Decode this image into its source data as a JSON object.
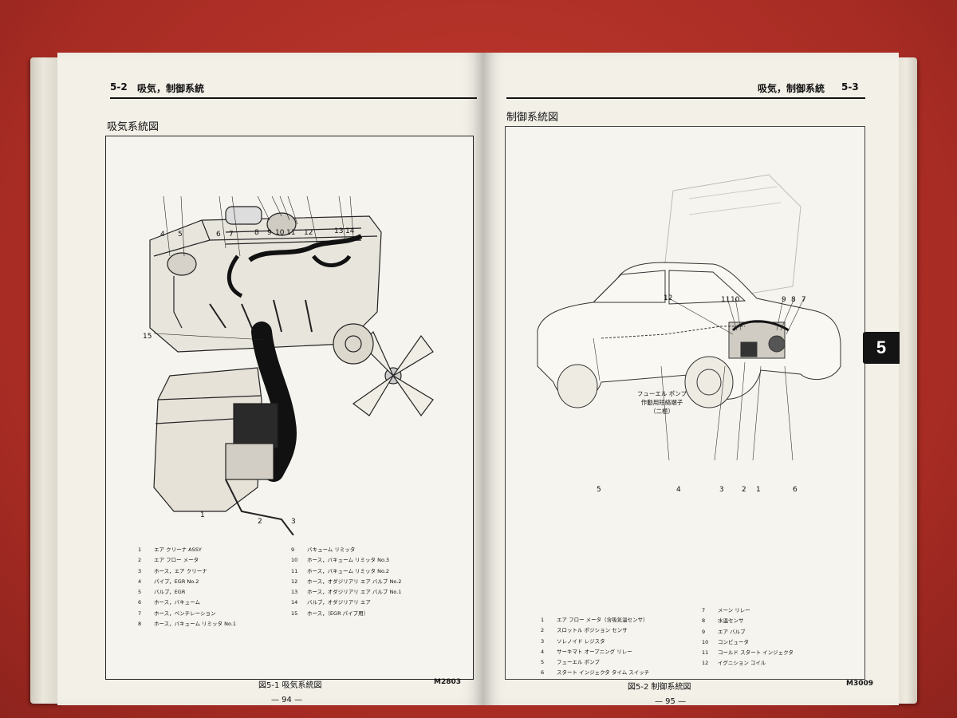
{
  "left_page": {
    "header_code": "5-2",
    "header_title": "吸気，制御系統",
    "section_title": "吸気系統図",
    "callouts": [
      "1",
      "2",
      "3",
      "4",
      "5",
      "6",
      "7",
      "8",
      "9",
      "10",
      "11",
      "12",
      "13",
      "14",
      "15"
    ],
    "legend_col1": [
      {
        "n": "1",
        "t": "エア クリーナ ASSY"
      },
      {
        "n": "2",
        "t": "エア フロー メータ"
      },
      {
        "n": "3",
        "t": "ホース，エア クリーナ"
      },
      {
        "n": "4",
        "t": "パイプ，EGR No.2"
      },
      {
        "n": "5",
        "t": "バルブ，EGR"
      },
      {
        "n": "6",
        "t": "ホース，バキューム"
      },
      {
        "n": "7",
        "t": "ホース，ベンチレーション"
      },
      {
        "n": "8",
        "t": "ホース，バキューム リミッタ No.1"
      }
    ],
    "legend_col2": [
      {
        "n": "9",
        "t": "バキューム リミッタ"
      },
      {
        "n": "10",
        "t": "ホース，バキューム リミッタ No.3"
      },
      {
        "n": "11",
        "t": "ホース，バキューム リミッタ No.2"
      },
      {
        "n": "12",
        "t": "ホース，オダジリアリ エア バルブ No.2"
      },
      {
        "n": "13",
        "t": "ホース，オダジリアリ エア バルブ No.1"
      },
      {
        "n": "14",
        "t": "バルブ，オダジリアリ エア"
      },
      {
        "n": "15",
        "t": "ホース，（EGR パイプ用）"
      }
    ],
    "figure_caption": "図5-1 吸気系統図",
    "drawing_code": "M2803",
    "page_number": "— 94 —"
  },
  "right_page": {
    "header_title": "吸気，制御系統",
    "header_code": "5-3",
    "section_title": "制御系統図",
    "fuel_note": [
      "フューエル ポンプ",
      "作動用短絡端子",
      "（二極）"
    ],
    "legend_col1": [
      {
        "n": "1",
        "t": "エア フロー メータ（含吸気温センサ）"
      },
      {
        "n": "2",
        "t": "スロットル ポジション センサ"
      },
      {
        "n": "3",
        "t": "ソレノイド レジスタ"
      },
      {
        "n": "4",
        "t": "サーキマト オープニング リレー"
      },
      {
        "n": "5",
        "t": "フューエル ポンプ"
      },
      {
        "n": "6",
        "t": "スタート インジェクタ タイム スイッチ"
      }
    ],
    "legend_col2": [
      {
        "n": "7",
        "t": "メーン リレー"
      },
      {
        "n": "8",
        "t": "水温センサ"
      },
      {
        "n": "9",
        "t": "エア バルブ"
      },
      {
        "n": "10",
        "t": "コンピュータ"
      },
      {
        "n": "11",
        "t": "コールド スタート インジェクタ"
      },
      {
        "n": "12",
        "t": "イグニション コイル"
      }
    ],
    "figure_caption": "図5-2 制御系統図",
    "drawing_code": "M3009",
    "page_number": "— 95 —",
    "chapter_tab": "5"
  }
}
